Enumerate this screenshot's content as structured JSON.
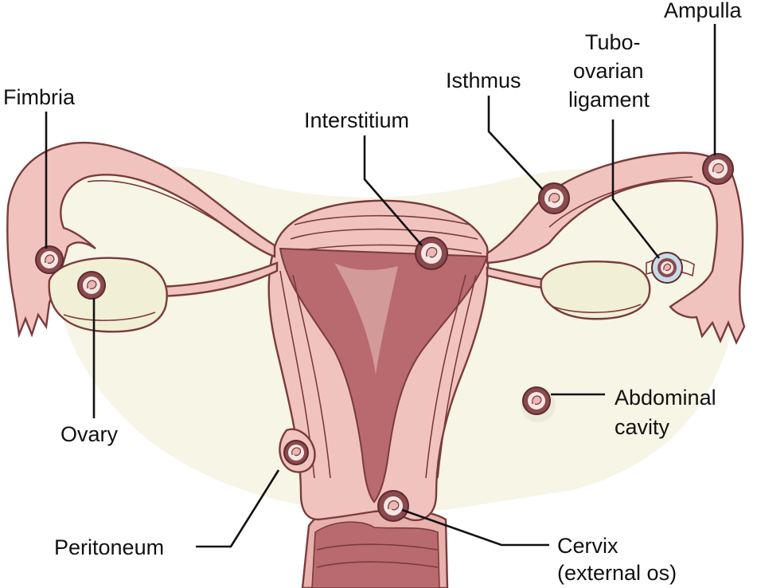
{
  "labels": {
    "fimbria": "Fimbria",
    "ovary": "Ovary",
    "interstitium": "Interstitium",
    "isthmus": "Isthmus",
    "tubo_ovarian_line1": "Tubo-",
    "tubo_ovarian_line2": "ovarian",
    "tubo_ovarian_line3": "ligament",
    "ampulla": "Ampulla",
    "abdominal_line1": "Abdominal",
    "abdominal_line2": "cavity",
    "peritoneum": "Peritoneum",
    "cervix_line1": "Cervix",
    "cervix_line2": "(external os)"
  },
  "colors": {
    "tissue": "#f0c3bf",
    "tissue_dark": "#e2a6a0",
    "cavity": "#b86a6f",
    "cavity_light": "#d39a9a",
    "ovary": "#f1efd6",
    "background_cavity": "#f6f5e6",
    "outline": "#7a3b3b",
    "embryo_sac": "#8a4a4e",
    "line": "#111111"
  }
}
